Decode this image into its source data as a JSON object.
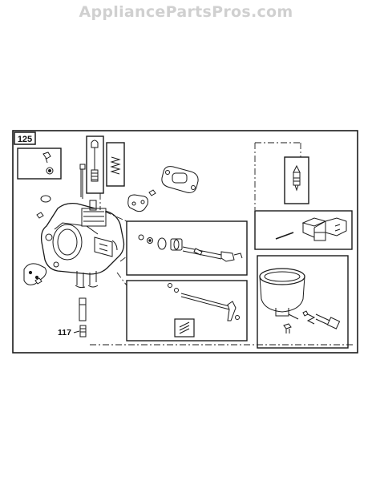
{
  "watermark": "AppliancePartsPros.com",
  "diagram": {
    "group_label": "125",
    "part_labels": [
      "117"
    ]
  },
  "colors": {
    "line": "#1a1a1a",
    "watermark": "#d0d0d0",
    "background": "#ffffff"
  }
}
